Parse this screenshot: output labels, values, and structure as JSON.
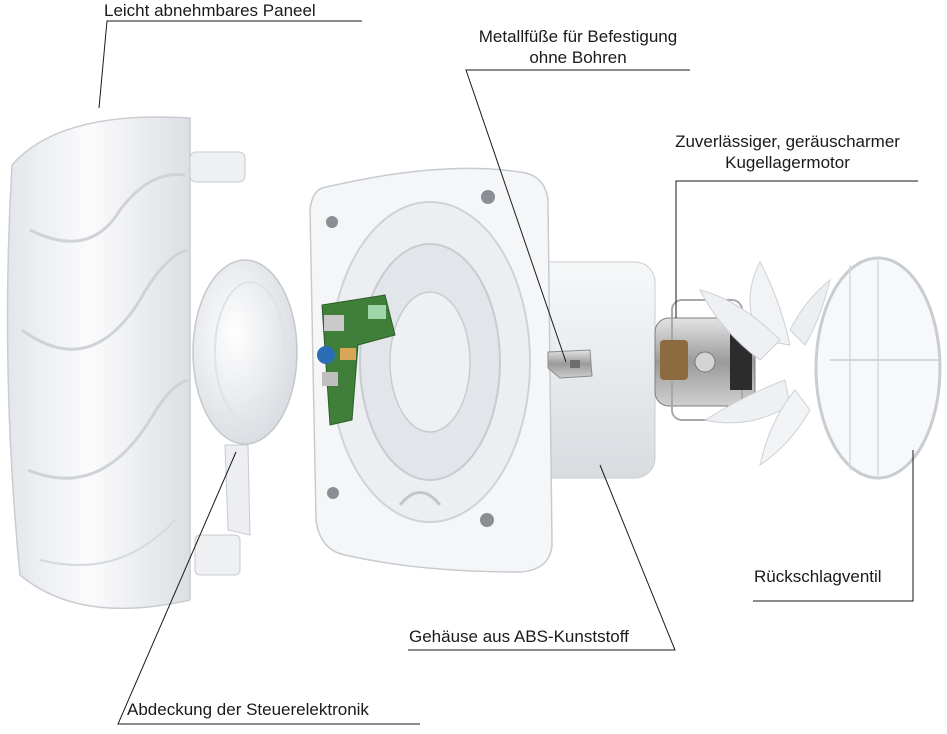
{
  "colors": {
    "background": "#ffffff",
    "plastic": "#f4f5f7",
    "plastic_shade": "#d9dde2",
    "pcb": "#3f7f3a",
    "metal": "#b8b8b8",
    "line": "#1a1a1a"
  },
  "labels": {
    "panel": "Leicht abnehmbares Paneel",
    "feet_line1": "Metallfüße für Befestigung",
    "feet_line2": "ohne Bohren",
    "motor_line1": "Zuverlässiger, geräuscharmer",
    "motor_line2": "Kugellagermotor",
    "valve": "Rückschlagventil",
    "housing": "Gehäuse aus ABS-Kunststoff",
    "electronics_cover": "Abdeckung der Steuerelektronik"
  },
  "parts": [
    "front-panel",
    "electronics-cover",
    "housing",
    "metal-foot",
    "motor",
    "impeller",
    "check-valve"
  ]
}
